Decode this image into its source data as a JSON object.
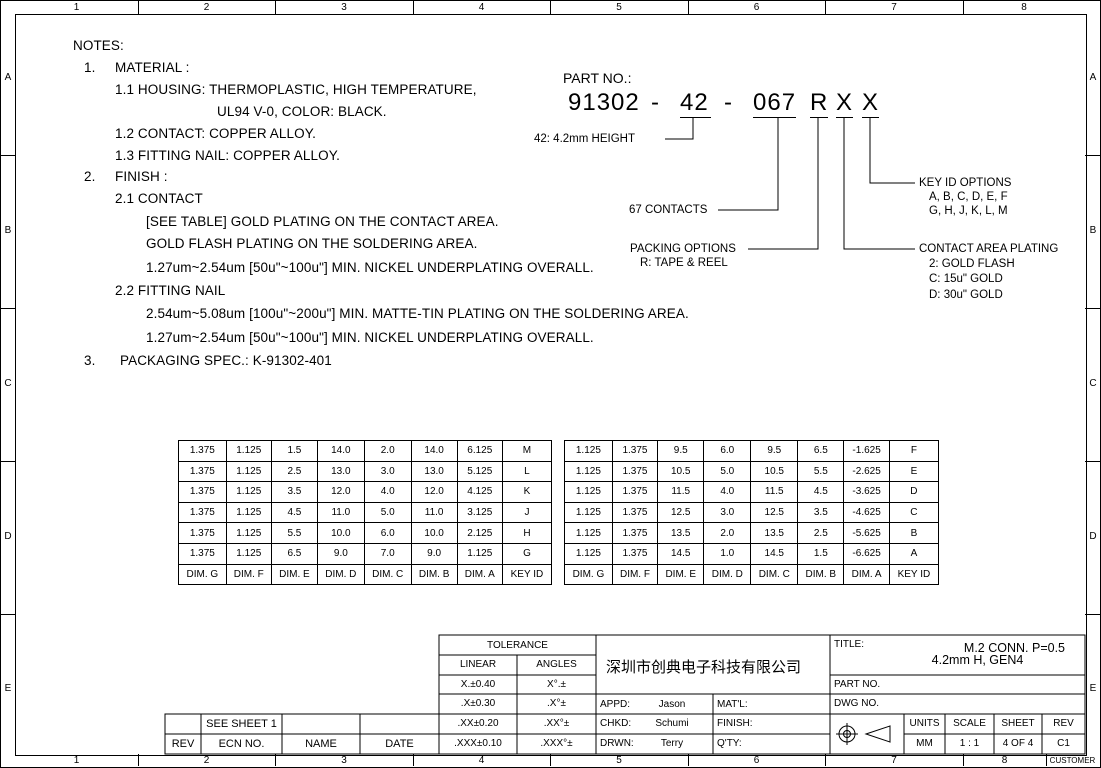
{
  "zones": {
    "columns": [
      "1",
      "2",
      "3",
      "4",
      "5",
      "6",
      "7",
      "8"
    ],
    "rows": [
      "A",
      "B",
      "C",
      "D",
      "E"
    ]
  },
  "notes": {
    "heading": "NOTES:",
    "lines": [
      "1.",
      "MATERIAL :",
      "1.1 HOUSING: THERMOPLASTIC, HIGH TEMPERATURE,",
      "UL94 V-0, COLOR: BLACK.",
      "1.2 CONTACT: COPPER ALLOY.",
      "1.3 FITTING NAIL: COPPER ALLOY.",
      "2.",
      "FINISH :",
      "2.1 CONTACT",
      "[SEE TABLE] GOLD PLATING ON THE CONTACT AREA.",
      "GOLD FLASH PLATING ON THE SOLDERING AREA.",
      "1.27um~2.54um [50u\"~100u\"] MIN. NICKEL UNDERPLATING OVERALL.",
      "2.2 FITTING NAIL",
      "2.54um~5.08um [100u\"~200u\"] MIN. MATTE-TIN PLATING ON THE SOLDERING AREA.",
      "1.27um~2.54um [50u\"~100u\"] MIN. NICKEL UNDERPLATING OVERALL.",
      "3.",
      "PACKAGING SPEC.:  K-91302-401"
    ]
  },
  "part_number": {
    "label": "PART NO.:",
    "base": "91302",
    "dash1": "-",
    "height": "42",
    "dash2": "-",
    "contacts": "067",
    "r": "R",
    "x1": "X",
    "x2": "X",
    "height_note": "42: 4.2mm HEIGHT",
    "contacts_note": "67  CONTACTS",
    "packing_title": "PACKING OPTIONS",
    "packing_r": "R: TAPE & REEL",
    "key_title": "KEY ID OPTIONS",
    "key_line1": "A, B, C, D, E, F",
    "key_line2": "G, H, J, K, L, M",
    "plating_title": "CONTACT AREA PLATING",
    "plating_2": "2: GOLD FLASH",
    "plating_c": "C: 15u\" GOLD",
    "plating_d": "D: 30u\" GOLD"
  },
  "table_left": {
    "rows": [
      [
        "1.375",
        "1.125",
        "1.5",
        "14.0",
        "2.0",
        "14.0",
        "6.125",
        "M"
      ],
      [
        "1.375",
        "1.125",
        "2.5",
        "13.0",
        "3.0",
        "13.0",
        "5.125",
        "L"
      ],
      [
        "1.375",
        "1.125",
        "3.5",
        "12.0",
        "4.0",
        "12.0",
        "4.125",
        "K"
      ],
      [
        "1.375",
        "1.125",
        "4.5",
        "11.0",
        "5.0",
        "11.0",
        "3.125",
        "J"
      ],
      [
        "1.375",
        "1.125",
        "5.5",
        "10.0",
        "6.0",
        "10.0",
        "2.125",
        "H"
      ],
      [
        "1.375",
        "1.125",
        "6.5",
        "9.0",
        "7.0",
        "9.0",
        "1.125",
        "G"
      ]
    ],
    "headers": [
      "DIM. G",
      "DIM. F",
      "DIM. E",
      "DIM. D",
      "DIM. C",
      "DIM. B",
      "DIM. A",
      "KEY ID"
    ]
  },
  "table_right": {
    "rows": [
      [
        "1.125",
        "1.375",
        "9.5",
        "6.0",
        "9.5",
        "6.5",
        "-1.625",
        "F"
      ],
      [
        "1.125",
        "1.375",
        "10.5",
        "5.0",
        "10.5",
        "5.5",
        "-2.625",
        "E"
      ],
      [
        "1.125",
        "1.375",
        "11.5",
        "4.0",
        "11.5",
        "4.5",
        "-3.625",
        "D"
      ],
      [
        "1.125",
        "1.375",
        "12.5",
        "3.0",
        "12.5",
        "3.5",
        "-4.625",
        "C"
      ],
      [
        "1.125",
        "1.375",
        "13.5",
        "2.0",
        "13.5",
        "2.5",
        "-5.625",
        "B"
      ],
      [
        "1.125",
        "1.375",
        "14.5",
        "1.0",
        "14.5",
        "1.5",
        "-6.625",
        "A"
      ]
    ],
    "headers": [
      "DIM. G",
      "DIM. F",
      "DIM. E",
      "DIM. D",
      "DIM. C",
      "DIM. B",
      "DIM. A",
      "KEY ID"
    ]
  },
  "title_block": {
    "tolerance": "TOLERANCE",
    "linear": "LINEAR",
    "angles": "ANGLES",
    "tol_rows": [
      [
        "X.±0.40",
        "X°.±"
      ],
      [
        ".X±0.30",
        ".X°±"
      ],
      [
        ".XX±0.20",
        ".XX°±"
      ],
      [
        ".XXX±0.10",
        ".XXX°±"
      ]
    ],
    "company": "深圳市创典电子科技有限公司",
    "appd_label": "APPD:",
    "appd_name": "Jason",
    "chkd_label": "CHKD:",
    "chkd_name": "Schumi",
    "drwn_label": "DRWN:",
    "drwn_name": "Terry",
    "matl_label": "MAT'L:",
    "finish_label": "FINISH:",
    "qty_label": "Q'TY:",
    "title_label": "TITLE:",
    "title_line1": "M.2  CONN.  P=0.5",
    "title_line2": "4.2mm  H,  GEN4",
    "partno_label": "PART NO.",
    "dwgno_label": "DWG NO.",
    "units_label": "UNITS",
    "units_val": "MM",
    "scale_label": "SCALE",
    "scale_val": "1 : 1",
    "sheet_label": "SHEET",
    "sheet_val": "4  OF  4",
    "rev_label": "REV",
    "rev_val": "C1",
    "see_sheet": "SEE  SHEET  1",
    "rev_col": "REV",
    "ecn_col": "ECN  NO.",
    "name_col": "NAME",
    "date_col": "DATE",
    "customer": "CUSTOMER"
  }
}
